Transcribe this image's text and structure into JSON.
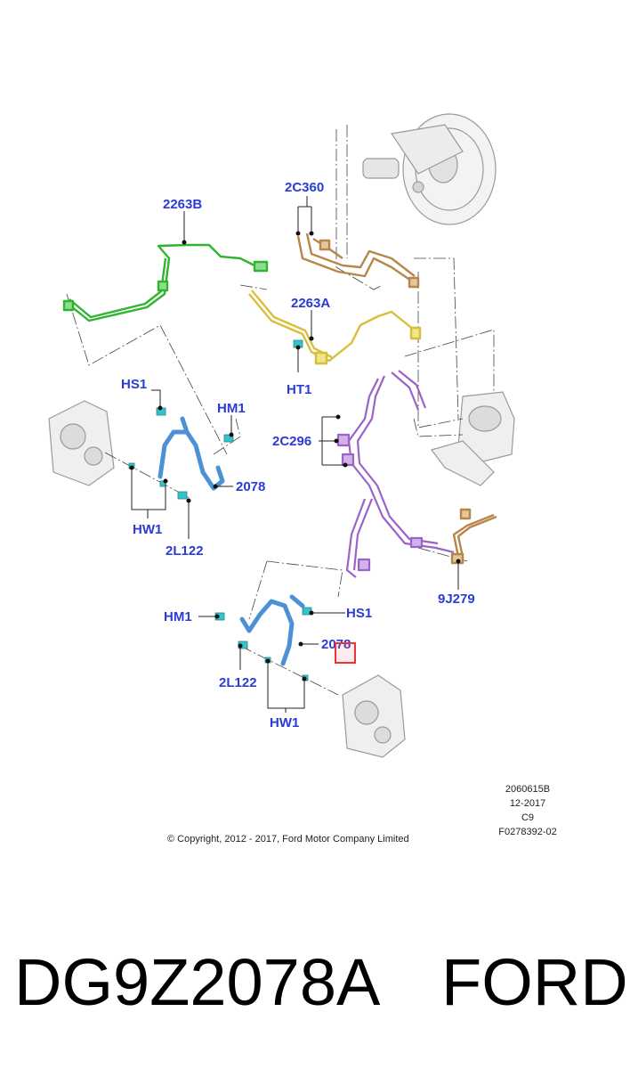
{
  "colors": {
    "label": "#2b3bd6",
    "green_line": "#2fb52f",
    "yellow_line": "#d8bf3a",
    "tan_line": "#b7864a",
    "purple_line": "#9b62c8",
    "blue_hose": "#4c90d6",
    "teal_fitting": "#38c2c8",
    "highlight": "#e33333"
  },
  "callouts": {
    "c2C360": "2C360",
    "c2263B": "2263B",
    "c2263A": "2263A",
    "HT1": "HT1",
    "HS1_top": "HS1",
    "HM1_top": "HM1",
    "c2C296": "2C296",
    "c2078_top": "2078",
    "HW1_top": "HW1",
    "c2L122_top": "2L122",
    "c9J279": "9J279",
    "HM1_bottom": "HM1",
    "HS1_bottom": "HS1",
    "c2078_bottom": "2078",
    "c2L122_bottom": "2L122",
    "HW1_bottom": "HW1"
  },
  "reference": {
    "line1": "2060615B",
    "line2": "12-2017",
    "line3": "C9",
    "line4": "F0278392-02"
  },
  "copyright": "© Copyright, 2012 - 2017, Ford Motor Company Limited",
  "footer": {
    "part_number": "DG9Z2078A",
    "brand": "FORD"
  }
}
